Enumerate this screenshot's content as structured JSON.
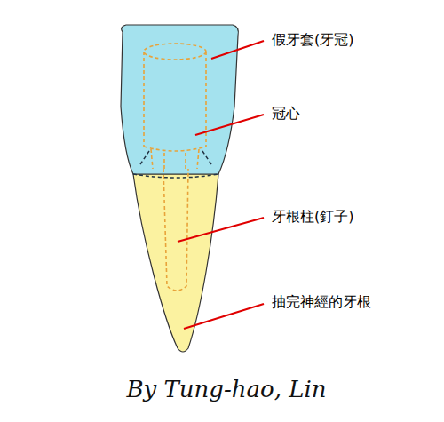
{
  "diagram": {
    "labels": [
      "假牙套(牙冠)",
      "冠心",
      "牙根柱(釘子)",
      "抽完神經的牙根",
      "By Tung-hao, Lin"
    ]
  }
}
